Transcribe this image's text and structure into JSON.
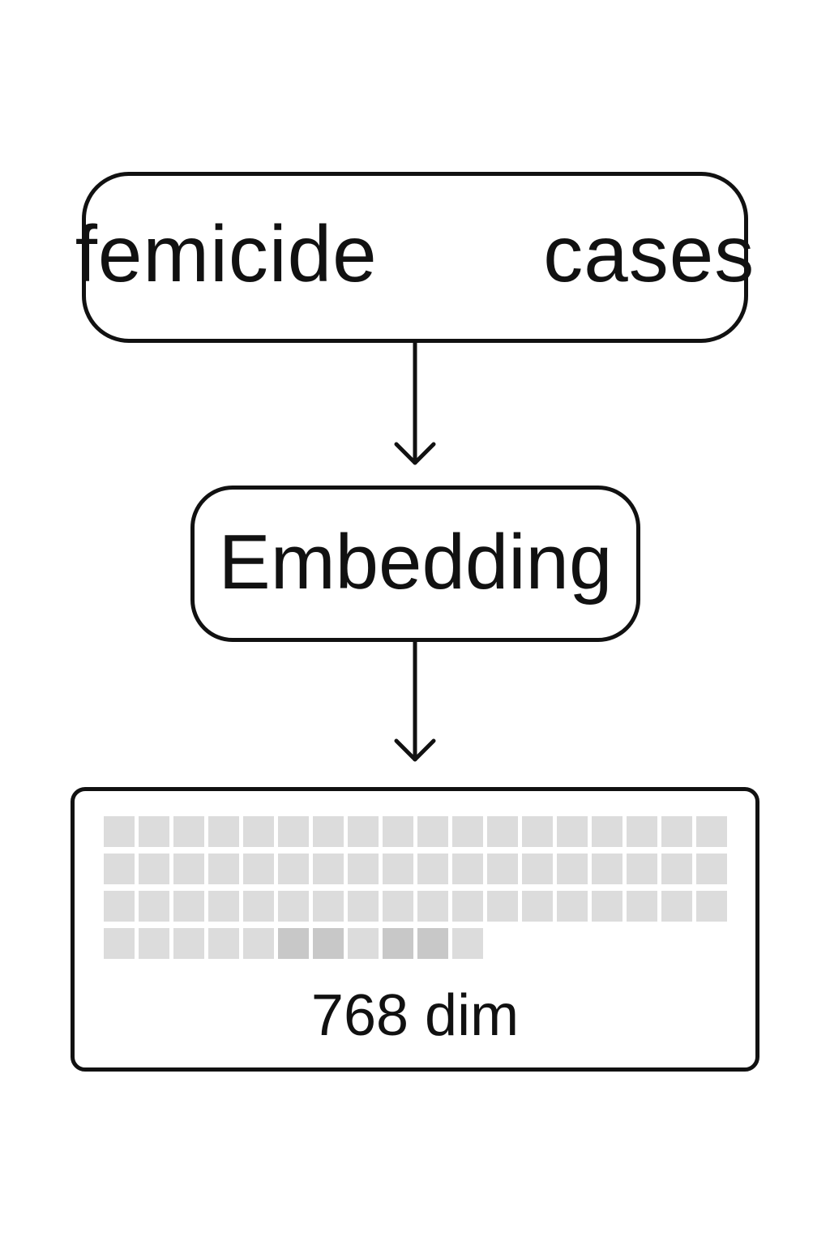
{
  "nodes": {
    "input": {
      "label": "femicide   cases"
    },
    "embedding": {
      "label": "Embedding"
    },
    "output": {
      "label": "768 dim",
      "grid": {
        "full_rows": 3,
        "columns": 18,
        "last_row_cells": 11,
        "highlighted_last_row_indices": [
          5,
          6,
          8,
          9
        ]
      }
    }
  },
  "colors": {
    "stroke": "#111111",
    "cell": "#dcdcdc",
    "cell_highlight": "#c8c8c8",
    "background": "#ffffff"
  }
}
